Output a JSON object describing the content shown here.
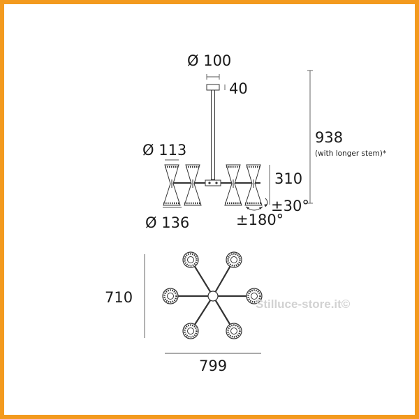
{
  "frame": {
    "border_color": "#f39a1e"
  },
  "side_view": {
    "canopy_diameter": "Ø 100",
    "canopy_height": "40",
    "total_height": "938",
    "total_height_note": "(with longer stem)*",
    "shade_top_diameter": "Ø 113",
    "shade_bottom_diameter": "Ø 136",
    "shade_height": "310",
    "tilt": "±30°",
    "rotation": "±180°"
  },
  "top_view": {
    "depth": "710",
    "width": "799"
  },
  "watermark": "Stilluce-store.it©"
}
